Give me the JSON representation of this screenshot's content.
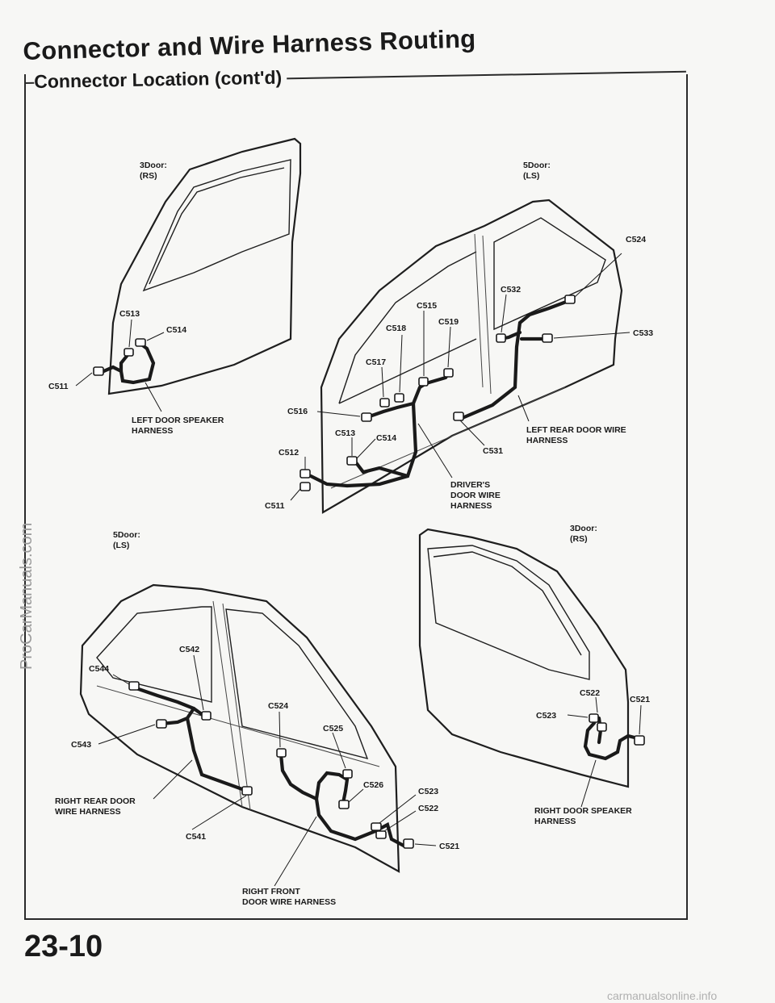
{
  "header": {
    "title": "Connector and Wire Harness Routing",
    "subtitle": "Connector Location (cont'd)"
  },
  "footer": {
    "page_number": "23-10"
  },
  "watermarks": {
    "side": "ProCarManuals.com",
    "bottom": "carmanualsonline.info"
  },
  "views": {
    "top_left": {
      "door": "3Door:",
      "side": "(RS)"
    },
    "top_right": {
      "door": "5Door:",
      "side": "(LS)"
    },
    "bottom_left": {
      "door": "5Door:",
      "side": "(LS)"
    },
    "bottom_right": {
      "door": "3Door:",
      "side": "(RS)"
    }
  },
  "connectors": {
    "tl": {
      "c513": "C513",
      "c514": "C514",
      "c511": "C511"
    },
    "tr": {
      "c524": "C524",
      "c532": "C532",
      "c515": "C515",
      "c518": "C518",
      "c519": "C519",
      "c533": "C533",
      "c517": "C517",
      "c516": "C516",
      "c513": "C513",
      "c514": "C514",
      "c512": "C512",
      "c531": "C531",
      "c511": "C511"
    },
    "bl": {
      "c542": "C542",
      "c544": "C544",
      "c524": "C524",
      "c525": "C525",
      "c543": "C543",
      "c526": "C526",
      "c523": "C523",
      "c522": "C522",
      "c541": "C541",
      "c521": "C521"
    },
    "br": {
      "c522": "C522",
      "c521": "C521",
      "c523": "C523"
    }
  },
  "harness_labels": {
    "left_door_speaker": [
      "LEFT DOOR SPEAKER",
      "HARNESS"
    ],
    "left_rear_door_wire": [
      "LEFT REAR DOOR WIRE",
      "HARNESS"
    ],
    "drivers_door_wire": [
      "DRIVER'S",
      "DOOR WIRE",
      "HARNESS"
    ],
    "right_rear_door": [
      "RIGHT REAR DOOR",
      "WIRE HARNESS"
    ],
    "right_door_speaker": [
      "RIGHT DOOR SPEAKER",
      "HARNESS"
    ],
    "right_front_door_wire": [
      "RIGHT FRONT",
      "DOOR WIRE HARNESS"
    ]
  }
}
